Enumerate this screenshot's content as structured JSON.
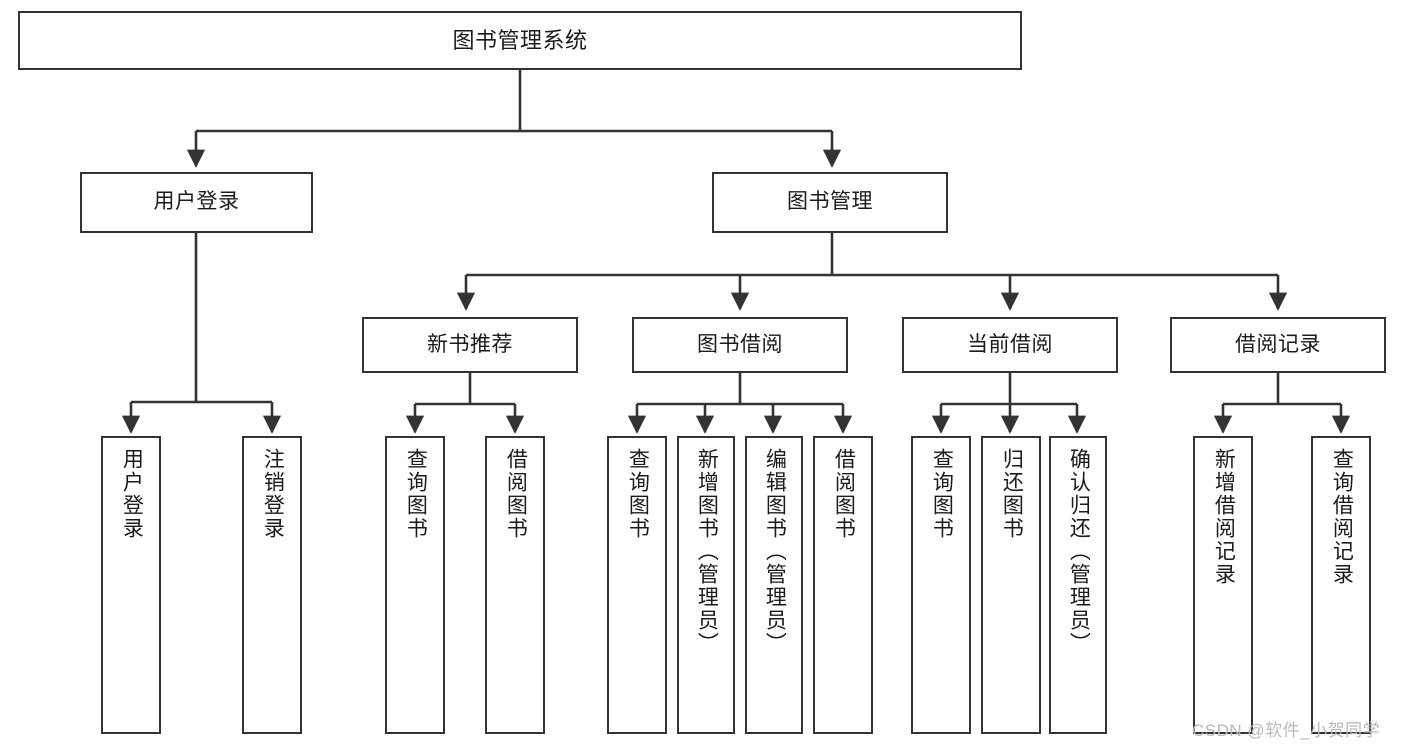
{
  "diagram": {
    "title": "图书管理系统",
    "type": "tree-hierarchy",
    "root": {
      "label": "图书管理系统"
    },
    "level2": [
      {
        "label": "用户登录"
      },
      {
        "label": "图书管理"
      }
    ],
    "level3": [
      {
        "label": "新书推荐"
      },
      {
        "label": "图书借阅"
      },
      {
        "label": "当前借阅"
      },
      {
        "label": "借阅记录"
      }
    ],
    "leaves": {
      "user_login": [
        {
          "label": "用户登录"
        },
        {
          "label": "注销登录"
        }
      ],
      "new_book_recommend": [
        {
          "label": "查询图书"
        },
        {
          "label": "借阅图书"
        }
      ],
      "book_borrow": [
        {
          "label": "查询图书"
        },
        {
          "label": "新增图书（管理员）"
        },
        {
          "label": "编辑图书（管理员）"
        },
        {
          "label": "借阅图书"
        }
      ],
      "current_borrow": [
        {
          "label": "查询图书"
        },
        {
          "label": "归还图书"
        },
        {
          "label": "确认归还（管理员）"
        }
      ],
      "borrow_record": [
        {
          "label": "新增借阅记录"
        },
        {
          "label": "查询借阅记录"
        }
      ]
    },
    "watermark": "CSDN @软件_小贺同学",
    "colors": {
      "stroke": "#333333",
      "background": "#ffffff",
      "text": "#1b1b1b",
      "watermark": "#b9b9b9"
    }
  }
}
